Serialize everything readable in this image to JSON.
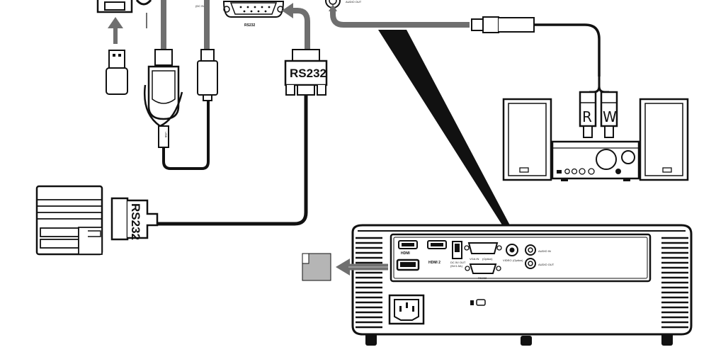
{
  "labels": {
    "rs232_top_port": "RS232",
    "rs232_plug_top": "RS232",
    "rs232_plug_left": "RS232",
    "usb_on_cable": "USB",
    "speaker_right_channel": "R",
    "speaker_left_channel": "W",
    "audio_out_top": "AUDIO OUT",
    "dc_out_top": "(DC 5V)",
    "panel": {
      "hdmi1": "HDMI",
      "hdmi2": "HDMI 2",
      "dc_out": "DC 5V OUT",
      "dc_out_sub": "(5V/1.5A)",
      "vga_in": "VGA IN",
      "vga_in_sub": "(Option)",
      "video": "VIDEO",
      "video_sub": "(Option)",
      "audio_in": "AUDIO IN",
      "audio_out": "AUDIO OUT",
      "rs232": "RS232"
    }
  },
  "icons": [
    "usb-stick-icon",
    "hdmi-dongle-icon",
    "hdmi-plug-icon",
    "rs232-connector-icon",
    "audio-jack-icon",
    "rca-plug-icon",
    "speaker-icon",
    "amplifier-icon",
    "pc-icon",
    "projector-icon",
    "power-socket-icon",
    "arrow-icon"
  ],
  "colors": {
    "ink": "#111111",
    "gray_cable": "#6f6f6f",
    "device_box": "#b5b5b5"
  }
}
